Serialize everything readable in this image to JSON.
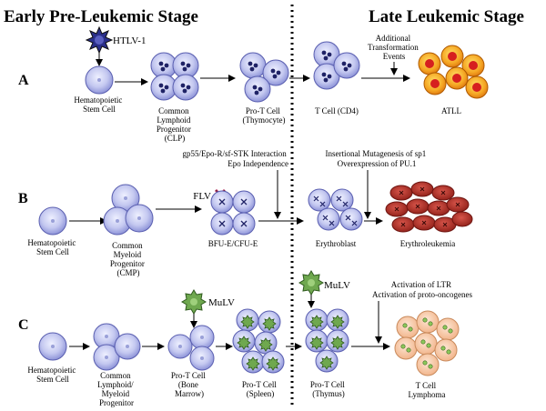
{
  "headers": {
    "early": "Early Pre-Leukemic Stage",
    "late": "Late Leukemic Stage"
  },
  "row_a": {
    "letter": "A",
    "virus": "HTLV-1",
    "hsc": [
      "Hematopoietic",
      "Stem Cell"
    ],
    "clp": [
      "Common",
      "Lymphoid",
      "Progenitor",
      "(CLP)"
    ],
    "prot": [
      "Pro-T Cell",
      "(Thymocyte)"
    ],
    "tcell": [
      "T Cell (CD4)"
    ],
    "events": [
      "Additional",
      "Transformation",
      "Events"
    ],
    "atll": [
      "ATLL"
    ]
  },
  "row_b": {
    "letter": "B",
    "virus": "FLV",
    "note1": [
      "gp55/Epo-R/sf-STK Interaction",
      "Epo Independence"
    ],
    "note2": [
      "Insertional Mutagenesis of sp1",
      "Overexpression of PU.1"
    ],
    "hsc": [
      "Hematopoietic",
      "Stem Cell"
    ],
    "cmp": [
      "Common",
      "Myeloid",
      "Progenitor",
      "(CMP)"
    ],
    "bfu": [
      "BFU-E/CFU-E"
    ],
    "erythroblast": [
      "Erythroblast"
    ],
    "erythroleukemia": [
      "Erythroleukemia"
    ]
  },
  "row_c": {
    "letter": "C",
    "virus1": "MuLV",
    "virus2": "MuLV",
    "activation": [
      "Activation of LTR",
      "Activation of proto-oncogenes"
    ],
    "hsc": [
      "Hematopoietic",
      "Stem Cell"
    ],
    "clmp": [
      "Common",
      "Lymphoid/",
      "Myeloid",
      "Progenitor"
    ],
    "prot_bm": [
      "Pro-T Cell",
      "(Bone",
      "Marrow)"
    ],
    "prot_spleen": [
      "Pro-T Cell",
      "(Spleen)"
    ],
    "prot_thymus": [
      "Pro-T Cell",
      "(Thymus)"
    ],
    "lymphoma": [
      "T Cell",
      "Lymphoma"
    ]
  },
  "colors": {
    "cell_fill": "#b9bfec",
    "cell_stroke": "#3a3f8f",
    "nucleus": "#1f2266",
    "atll_fill": "#f2a81e",
    "atll_core": "#d61f1f",
    "rbc": "#b8322a",
    "virus_htlv": "#2a2f8a",
    "virus_flv": "#c43b6a",
    "virus_mulv": "#6fa84f",
    "lymphoma_fill": "#f7c8a5"
  }
}
